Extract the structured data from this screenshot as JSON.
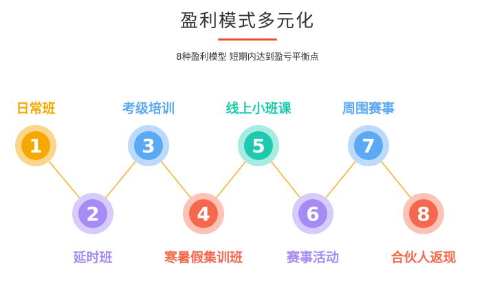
{
  "header": {
    "title": "盈利模式多元化",
    "subtitle": "8种盈利模型 短期内达到盈亏平衡点",
    "accent_color": "#e5512f"
  },
  "steps": [
    {
      "number": "1",
      "label": "日常班",
      "color": "#f5a800",
      "halo": "#fbd68a"
    },
    {
      "number": "2",
      "label": "延时班",
      "color": "#a58cf4",
      "halo": "#d6cbfb"
    },
    {
      "number": "3",
      "label": "考级培训",
      "color": "#5ba8f5",
      "halo": "#bcdafb"
    },
    {
      "number": "4",
      "label": "寒暑假集训班",
      "color": "#f4684d",
      "halo": "#fbc2b5"
    },
    {
      "number": "5",
      "label": "线上小班课",
      "color": "#1ec9b0",
      "halo": "#a6ece1"
    },
    {
      "number": "6",
      "label": "赛事活动",
      "color": "#a58cf4",
      "halo": "#d6cbfb"
    },
    {
      "number": "7",
      "label": "周围赛事",
      "color": "#5ba8f5",
      "halo": "#bcdafb"
    },
    {
      "number": "8",
      "label": "合伙人返现",
      "color": "#f4684d",
      "halo": "#fbc2b5"
    }
  ],
  "connector_color": "#f2b632"
}
